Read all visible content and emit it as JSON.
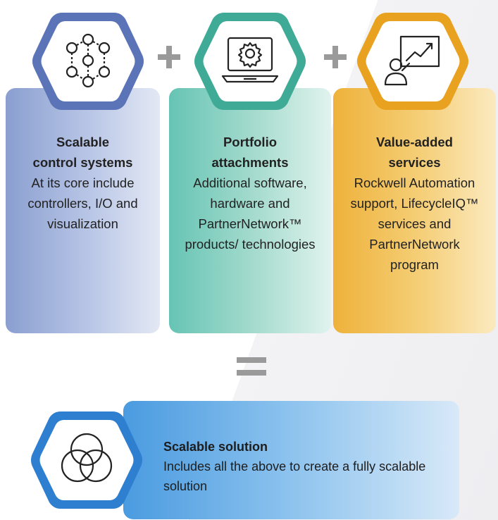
{
  "cards": [
    {
      "title_lines": [
        "Scalable",
        "control systems"
      ],
      "body": "At its core include controllers, I/O and visualization",
      "color": "#5b74b8",
      "icon": "network-nodes-icon"
    },
    {
      "title_lines": [
        "Portfolio",
        "attachments"
      ],
      "body": "Additional software, hardware and PartnerNetwork™ products/ technologies",
      "color": "#3fab97",
      "icon": "laptop-gear-icon"
    },
    {
      "title_lines": [
        "Value-added",
        "services"
      ],
      "body": "Rockwell Automation support, LifecycleIQ™ services and PartnerNetwork program",
      "color": "#e9a21f",
      "icon": "presenter-chart-icon"
    }
  ],
  "operators": {
    "plus": "+",
    "equals": "="
  },
  "solution": {
    "title": "Scalable solution",
    "body": "Includes all the above to create a fully scalable solution",
    "color": "#2f7fd0",
    "icon": "venn-circles-icon"
  }
}
